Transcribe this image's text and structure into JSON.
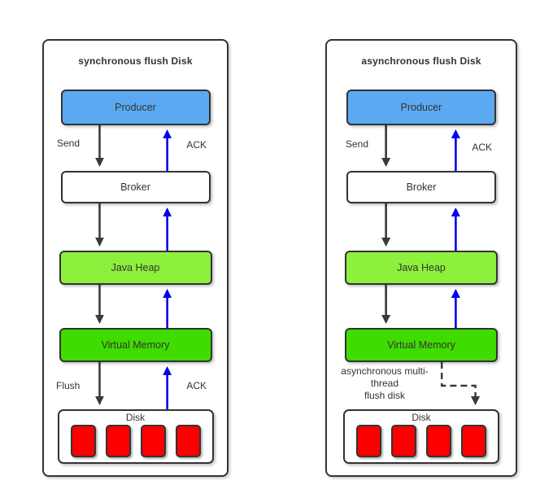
{
  "colors": {
    "canvas_bg": "#ffffff",
    "panel_border": "#333333",
    "node_border": "#333333",
    "text": "#333333",
    "producer_fill": "#5BA9F0",
    "broker_fill": "#ffffff",
    "java_heap_fill": "#8DF03C",
    "virtual_memory_fill": "#3FDC00",
    "disk_fill": "#ffffff",
    "disk_block_fill": "#FB0000",
    "send_arrow": "#3A3A3A",
    "ack_arrow": "#0000EE"
  },
  "panels": [
    {
      "title": "synchronous flush Disk",
      "nodes": {
        "producer": "Producer",
        "broker": "Broker",
        "java_heap": "Java Heap",
        "virtual_memory": "Virtual Memory",
        "disk": "Disk"
      },
      "labels": {
        "send": "Send",
        "ack_top": "ACK",
        "flush": "Flush",
        "ack_bottom": "ACK"
      }
    },
    {
      "title": "asynchronous flush Disk",
      "nodes": {
        "producer": "Producer",
        "broker": "Broker",
        "java_heap": "Java Heap",
        "virtual_memory": "Virtual Memory",
        "disk": "Disk"
      },
      "labels": {
        "send": "Send",
        "ack_top": "ACK"
      },
      "note_lines": [
        "asynchronous multi-",
        "thread",
        "flush disk"
      ]
    }
  ]
}
